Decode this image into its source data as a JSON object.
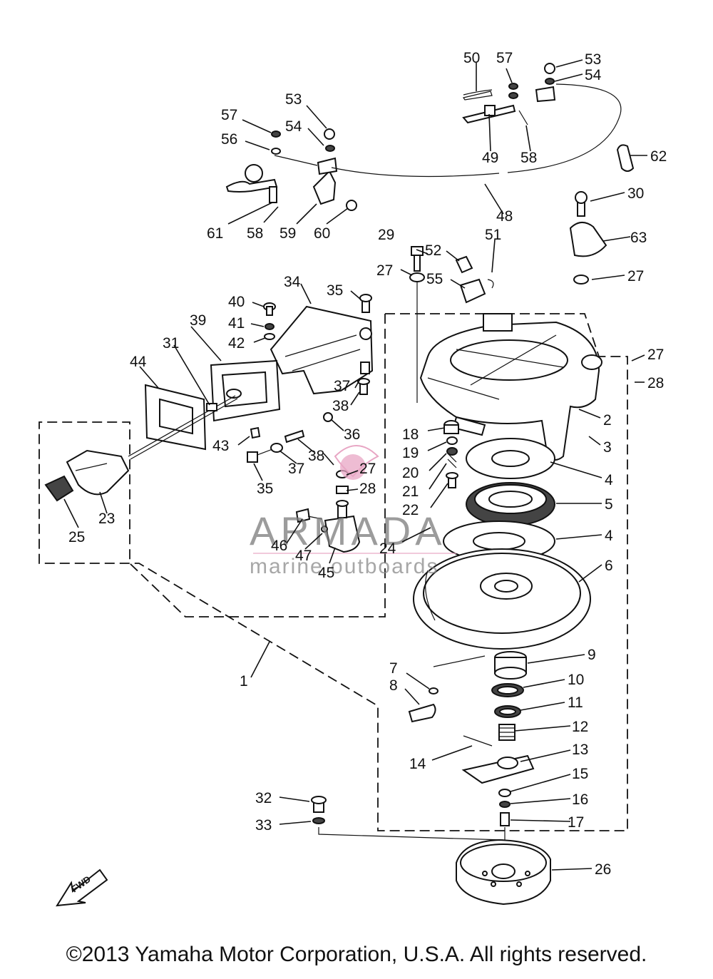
{
  "labels": {
    "l1": "1",
    "l2": "2",
    "l3": "3",
    "l4a": "4",
    "l4b": "4",
    "l5": "5",
    "l6": "6",
    "l7": "7",
    "l8": "8",
    "l9": "9",
    "l10": "10",
    "l11": "11",
    "l12": "12",
    "l13": "13",
    "l14": "14",
    "l15": "15",
    "l16": "16",
    "l17": "17",
    "l18": "18",
    "l19": "19",
    "l20": "20",
    "l21": "21",
    "l22": "22",
    "l23": "23",
    "l24": "24",
    "l25": "25",
    "l26": "26",
    "l27a": "27",
    "l27b": "27",
    "l27c": "27",
    "l27d": "27",
    "l28a": "28",
    "l28b": "28",
    "l29": "29",
    "l30": "30",
    "l31": "31",
    "l32": "32",
    "l33": "33",
    "l34": "34",
    "l35a": "35",
    "l35b": "35",
    "l36": "36",
    "l37a": "37",
    "l37b": "37",
    "l38a": "38",
    "l38b": "38",
    "l39": "39",
    "l40": "40",
    "l41": "41",
    "l42": "42",
    "l43": "43",
    "l44": "44",
    "l45": "45",
    "l46": "46",
    "l47": "47",
    "l48": "48",
    "l49": "49",
    "l50": "50",
    "l51": "51",
    "l52": "52",
    "l53a": "53",
    "l53b": "53",
    "l54a": "54",
    "l54b": "54",
    "l55": "55",
    "l56": "56",
    "l57a": "57",
    "l57b": "57",
    "l58a": "58",
    "l58b": "58",
    "l59": "59",
    "l60": "60",
    "l61": "61",
    "l62": "62",
    "l63": "63"
  },
  "fwd_marker": "FWD",
  "watermark": {
    "name": "ARMADA",
    "tagline": "marine outboards"
  },
  "copyright": "©2013 Yamaha Motor Corporation, U.S.A. All rights reserved.",
  "colors": {
    "ink": "#111111",
    "watermark_gray": "#7b7b7b",
    "watermark_pink": "#e8a6c4"
  }
}
